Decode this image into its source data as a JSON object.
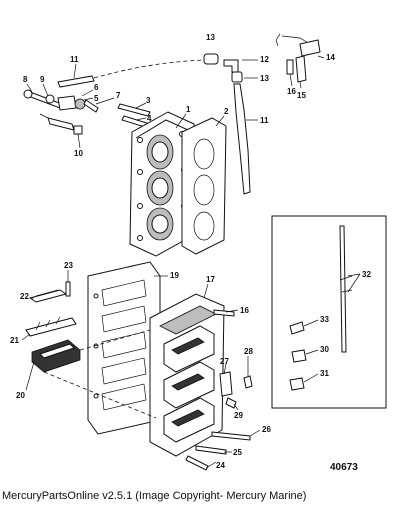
{
  "callouts": [
    "1",
    "2",
    "3",
    "4",
    "5",
    "6",
    "7",
    "8",
    "9",
    "10",
    "11",
    "11",
    "12",
    "13",
    "13",
    "14",
    "15",
    "16",
    "16",
    "17",
    "19",
    "20",
    "21",
    "22",
    "23",
    "24",
    "25",
    "26",
    "27",
    "28",
    "29",
    "30",
    "31",
    "32",
    "33"
  ],
  "figure_number": "40673",
  "footer": "MercuryPartsOnline v2.5.1 (Image Copyright- Mercury Marine)"
}
